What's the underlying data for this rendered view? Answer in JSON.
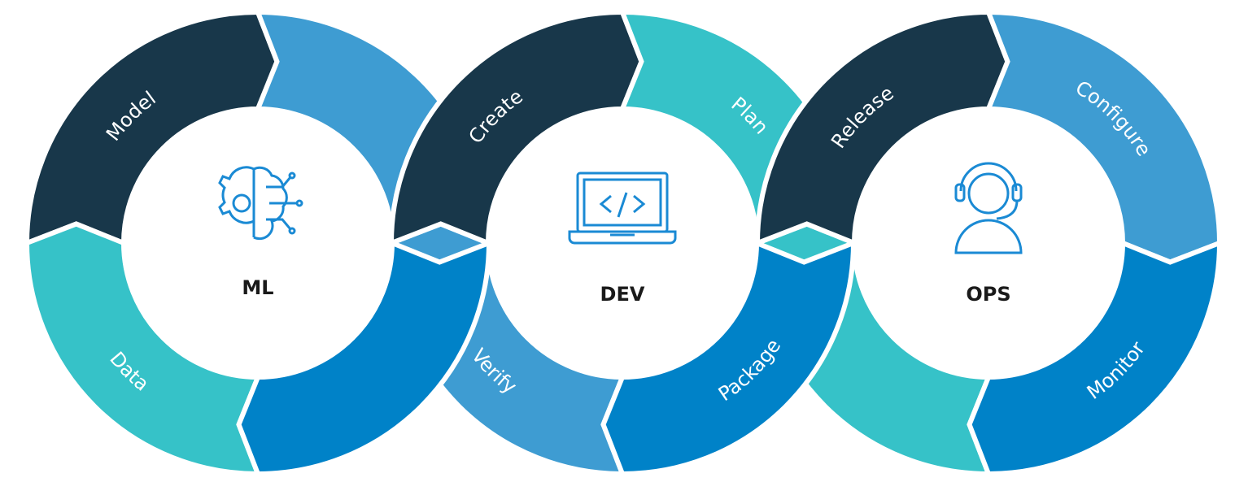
{
  "colors": {
    "navy": "#18374a",
    "light_blue": "#3e9cd2",
    "blue": "#0082c8",
    "teal": "#36c2c8",
    "icon": "#1a8ad4"
  },
  "rings": [
    {
      "id": "ml",
      "title": "ML",
      "icon": "ai-gear-brain-icon",
      "segments": {
        "top_left": {
          "label": "Model",
          "color": "navy"
        },
        "top_right": {
          "label": "",
          "color": "light_blue"
        },
        "bottom_right": {
          "label": "",
          "color": "blue"
        },
        "bottom_left": {
          "label": "Data",
          "color": "teal"
        }
      }
    },
    {
      "id": "dev",
      "title": "DEV",
      "icon": "laptop-code-icon",
      "segments": {
        "top_left": {
          "label": "Create",
          "color": "navy"
        },
        "top_right": {
          "label": "Plan",
          "color": "teal"
        },
        "bottom_right": {
          "label": "Package",
          "color": "blue"
        },
        "bottom_left": {
          "label": "Verify",
          "color": "light_blue"
        }
      }
    },
    {
      "id": "ops",
      "title": "OPS",
      "icon": "headset-operator-icon",
      "segments": {
        "top_left": {
          "label": "Release",
          "color": "navy"
        },
        "top_right": {
          "label": "Configure",
          "color": "light_blue"
        },
        "bottom_right": {
          "label": "Monitor",
          "color": "blue"
        },
        "bottom_left": {
          "label": "",
          "color": "teal"
        }
      }
    }
  ]
}
